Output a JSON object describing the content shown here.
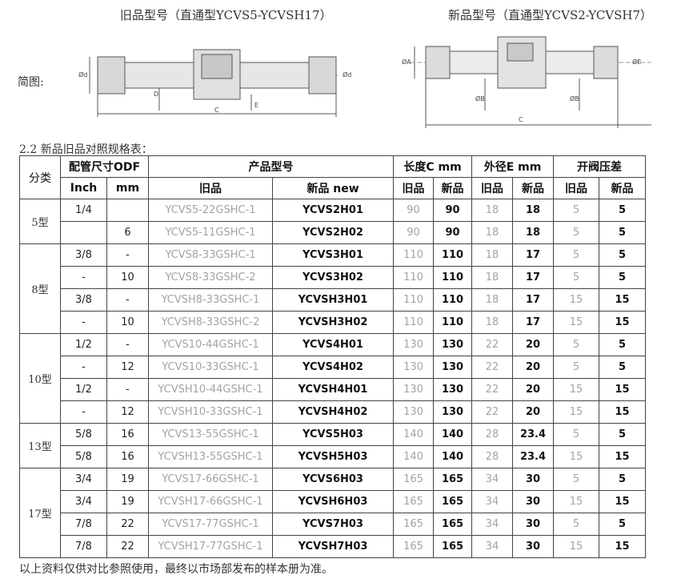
{
  "titles": {
    "old": "旧品型号（直通型YCVS5-YCVSH17）",
    "new": "新品型号（直通型YCVS2-YCVSH7）"
  },
  "figure_label": "简图:",
  "drawing_labels": {
    "phi_d": "Ød",
    "D": "D",
    "C": "C",
    "E": "E",
    "phi_A": "ØA",
    "phi_B": "ØB",
    "phi_E": "ØE"
  },
  "section_title": "2.2 新品旧品对照规格表：",
  "table": {
    "headers": {
      "category": "分类",
      "pipe_size": "配管尺寸ODF",
      "product_model": "产品型号",
      "length": "长度C mm",
      "outer_dia": "外径E mm",
      "pressure": "开阀压差",
      "inch": "Inch",
      "mm": "mm",
      "old": "旧品",
      "new_model": "新品 new",
      "new": "新品"
    },
    "groups": [
      {
        "category": "5型",
        "rows": [
          {
            "inch": "1/4",
            "mm": "",
            "old": "YCVS5-22GSHC-1",
            "new": "YCVS2H01",
            "len_old": "90",
            "len_new": "90",
            "dia_old": "18",
            "dia_new": "18",
            "p_old": "5",
            "p_new": "5"
          },
          {
            "inch": "",
            "mm": "6",
            "old": "YCVS5-11GSHC-1",
            "new": "YCVS2H02",
            "len_old": "90",
            "len_new": "90",
            "dia_old": "18",
            "dia_new": "18",
            "p_old": "5",
            "p_new": "5"
          }
        ]
      },
      {
        "category": "8型",
        "rows": [
          {
            "inch": "3/8",
            "mm": "-",
            "old": "YCVS8-33GSHC-1",
            "new": "YCVS3H01",
            "len_old": "110",
            "len_new": "110",
            "dia_old": "18",
            "dia_new": "17",
            "p_old": "5",
            "p_new": "5"
          },
          {
            "inch": "-",
            "mm": "10",
            "old": "YCVS8-33GSHC-2",
            "new": "YCVS3H02",
            "len_old": "110",
            "len_new": "110",
            "dia_old": "18",
            "dia_new": "17",
            "p_old": "5",
            "p_new": "5"
          },
          {
            "inch": "3/8",
            "mm": "-",
            "old": "YCVSH8-33GSHC-1",
            "new": "YCVSH3H01",
            "len_old": "110",
            "len_new": "110",
            "dia_old": "18",
            "dia_new": "17",
            "p_old": "15",
            "p_new": "15"
          },
          {
            "inch": "-",
            "mm": "10",
            "old": "YCVSH8-33GSHC-2",
            "new": "YCVSH3H02",
            "len_old": "110",
            "len_new": "110",
            "dia_old": "18",
            "dia_new": "17",
            "p_old": "15",
            "p_new": "15"
          }
        ]
      },
      {
        "category": "10型",
        "rows": [
          {
            "inch": "1/2",
            "mm": "-",
            "old": "YCVS10-44GSHC-1",
            "new": "YCVS4H01",
            "len_old": "130",
            "len_new": "130",
            "dia_old": "22",
            "dia_new": "20",
            "p_old": "5",
            "p_new": "5"
          },
          {
            "inch": "-",
            "mm": "12",
            "old": "YCVS10-33GSHC-1",
            "new": "YCVS4H02",
            "len_old": "130",
            "len_new": "130",
            "dia_old": "22",
            "dia_new": "20",
            "p_old": "5",
            "p_new": "5"
          },
          {
            "inch": "1/2",
            "mm": "-",
            "old": "YCVSH10-44GSHC-1",
            "new": "YCVSH4H01",
            "len_old": "130",
            "len_new": "130",
            "dia_old": "22",
            "dia_new": "20",
            "p_old": "15",
            "p_new": "15"
          },
          {
            "inch": "-",
            "mm": "12",
            "old": "YCVSH10-33GSHC-1",
            "new": "YCVSH4H02",
            "len_old": "130",
            "len_new": "130",
            "dia_old": "22",
            "dia_new": "20",
            "p_old": "15",
            "p_new": "15"
          }
        ]
      },
      {
        "category": "13型",
        "rows": [
          {
            "inch": "5/8",
            "mm": "16",
            "old": "YCVS13-55GSHC-1",
            "new": "YCVS5H03",
            "len_old": "140",
            "len_new": "140",
            "dia_old": "28",
            "dia_new": "23.4",
            "p_old": "5",
            "p_new": "5"
          },
          {
            "inch": "5/8",
            "mm": "16",
            "old": "YCVSH13-55GSHC-1",
            "new": "YCVSH5H03",
            "len_old": "140",
            "len_new": "140",
            "dia_old": "28",
            "dia_new": "23.4",
            "p_old": "15",
            "p_new": "15"
          }
        ]
      },
      {
        "category": "17型",
        "rows": [
          {
            "inch": "3/4",
            "mm": "19",
            "old": "YCVS17-66GSHC-1",
            "new": "YCVS6H03",
            "len_old": "165",
            "len_new": "165",
            "dia_old": "34",
            "dia_new": "30",
            "p_old": "5",
            "p_new": "5"
          },
          {
            "inch": "3/4",
            "mm": "19",
            "old": "YCVSH17-66GSHC-1",
            "new": "YCVSH6H03",
            "len_old": "165",
            "len_new": "165",
            "dia_old": "34",
            "dia_new": "30",
            "p_old": "15",
            "p_new": "15"
          },
          {
            "inch": "7/8",
            "mm": "22",
            "old": "YCVS17-77GSHC-1",
            "new": "YCVS7H03",
            "len_old": "165",
            "len_new": "165",
            "dia_old": "34",
            "dia_new": "30",
            "p_old": "5",
            "p_new": "5"
          },
          {
            "inch": "7/8",
            "mm": "22",
            "old": "YCVSH17-77GSHC-1",
            "new": "YCVSH7H03",
            "len_old": "165",
            "len_new": "165",
            "dia_old": "34",
            "dia_new": "30",
            "p_old": "15",
            "p_new": "15"
          }
        ]
      }
    ]
  },
  "footer": "以上资料仅供对比参照使用，最终以市场部发布的样本册为准。"
}
